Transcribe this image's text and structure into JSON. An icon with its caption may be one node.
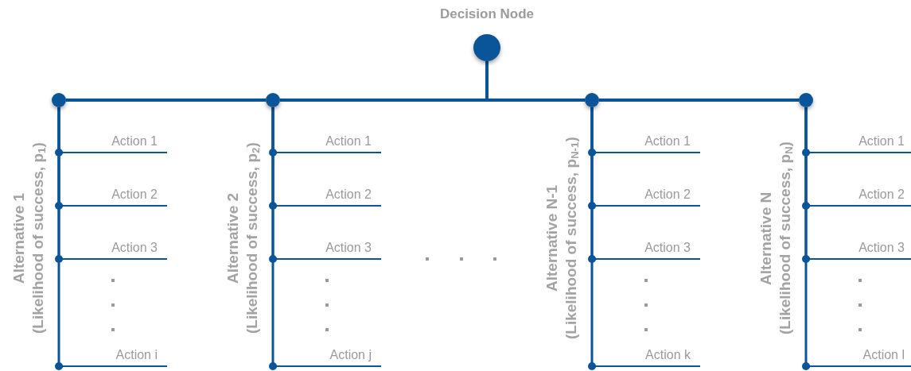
{
  "diagram": {
    "nodes": [
      {
        "text": [],
        "shape": "circle",
        "beside": [
          "Decision Node"
        ]
      },
      {
        "text": [],
        "shape": "circle"
      },
      {
        "text": [
          "Action 1"
        ]
      },
      {
        "text": [
          "Action 2"
        ]
      },
      {
        "text": [
          "Action 3"
        ]
      },
      {
        "text": [
          "Action i"
        ]
      },
      {
        "text": [],
        "shape": "circle"
      },
      {
        "text": [
          "Action 1"
        ]
      },
      {
        "text": [
          "Action 2"
        ]
      },
      {
        "text": [
          "Action 3"
        ]
      },
      {
        "text": [
          "Action j"
        ]
      },
      {
        "text": [],
        "shape": "circle"
      },
      {
        "text": [
          "Action 1"
        ]
      },
      {
        "text": [
          "Action 2"
        ]
      },
      {
        "text": [
          "Action 3"
        ]
      },
      {
        "text": [
          "Action k"
        ]
      },
      {
        "text": [],
        "shape": "circle"
      },
      {
        "text": [
          "Action 1"
        ]
      },
      {
        "text": [
          "Action 2"
        ]
      },
      {
        "text": [
          "Action 3"
        ]
      },
      {
        "text": [
          "Action l"
        ]
      }
    ],
    "edges": [
      {
        "from": 6,
        "to": 1,
        "arrow": "none"
      },
      {
        "from": 0,
        "to": 6,
        "arrow": "none"
      },
      {
        "from": 0,
        "to": 11,
        "arrow": "none"
      },
      {
        "from": 11,
        "to": 16,
        "arrow": "none"
      },
      {
        "from": 1,
        "to": 2,
        "arrow": "other"
      },
      {
        "from": 1,
        "to": 3,
        "arrow": "other"
      },
      {
        "from": 1,
        "to": 4,
        "arrow": "other"
      },
      {
        "from": 1,
        "to": 5,
        "arrow": "other"
      },
      {
        "from": 6,
        "to": 7,
        "arrow": "other"
      },
      {
        "from": 6,
        "to": 8,
        "arrow": "other"
      },
      {
        "from": 6,
        "to": 9,
        "arrow": "other"
      },
      {
        "from": 6,
        "to": 10,
        "arrow": "other"
      },
      {
        "from": 11,
        "to": 12,
        "arrow": "other"
      },
      {
        "from": 11,
        "to": 13,
        "arrow": "other"
      },
      {
        "from": 11,
        "to": 14,
        "arrow": "other"
      },
      {
        "from": 11,
        "to": 15,
        "arrow": "other"
      },
      {
        "from": 16,
        "to": 17,
        "arrow": "other"
      },
      {
        "from": 16,
        "to": 18,
        "arrow": "other"
      },
      {
        "from": 16,
        "to": 19,
        "arrow": "other"
      },
      {
        "from": 16,
        "to": 20,
        "arrow": "other"
      }
    ],
    "labels": [
      "Alternative 1",
      "(Likelihood of success, p$_{1}$)",
      "Alternative 2",
      "(Likelihood of success, p$_{2}$)",
      "Alternative N-1",
      "(Likelihood of success, p$_{N-1}$)",
      "Alternative N",
      "(Likelihood of success, p$_{N}$)"
    ]
  }
}
